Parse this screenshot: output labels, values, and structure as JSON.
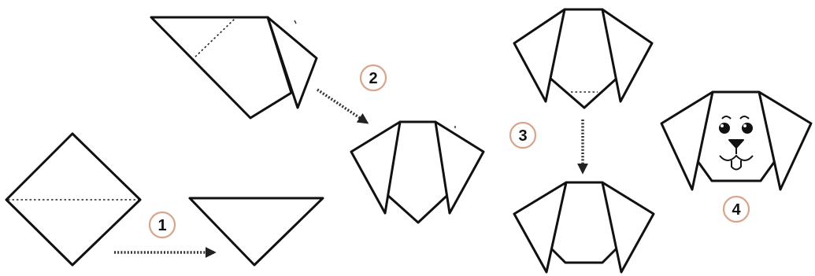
{
  "steps": [
    {
      "number": "1"
    },
    {
      "number": "2"
    },
    {
      "number": "3"
    },
    {
      "number": "4"
    }
  ],
  "colors": {
    "line": "#111111",
    "badge_border": "#d9a58a",
    "background": "#ffffff"
  }
}
